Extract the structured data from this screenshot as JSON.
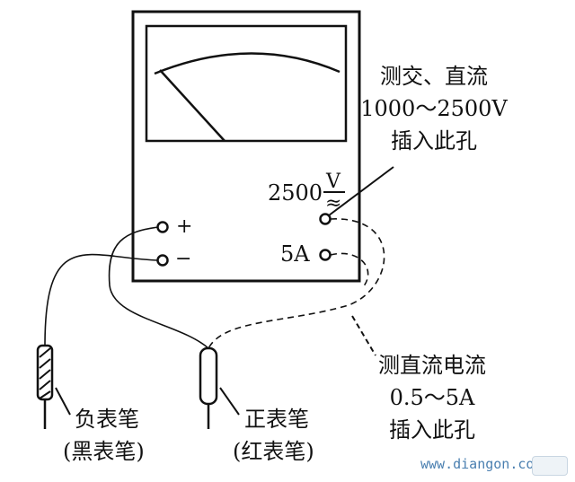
{
  "meter": {
    "plus": "+",
    "minus": "−",
    "jack_2500v_value": "2500",
    "jack_2500v_unit": "V",
    "jack_2500v_ac": "≈",
    "jack_5a": "5A"
  },
  "note_ac_dc_voltage": {
    "line1": "测交、直流",
    "line2": "1000～2500V",
    "line3": "插入此孔"
  },
  "note_dc_current": {
    "line1": "测直流电流",
    "line2": "0.5～5A",
    "line3": "插入此孔"
  },
  "probe_negative": {
    "label": "负表笔",
    "sub": "(黑表笔)"
  },
  "probe_positive": {
    "label": "正表笔",
    "sub": "(红表笔)"
  },
  "watermark": "www.diangon.com"
}
